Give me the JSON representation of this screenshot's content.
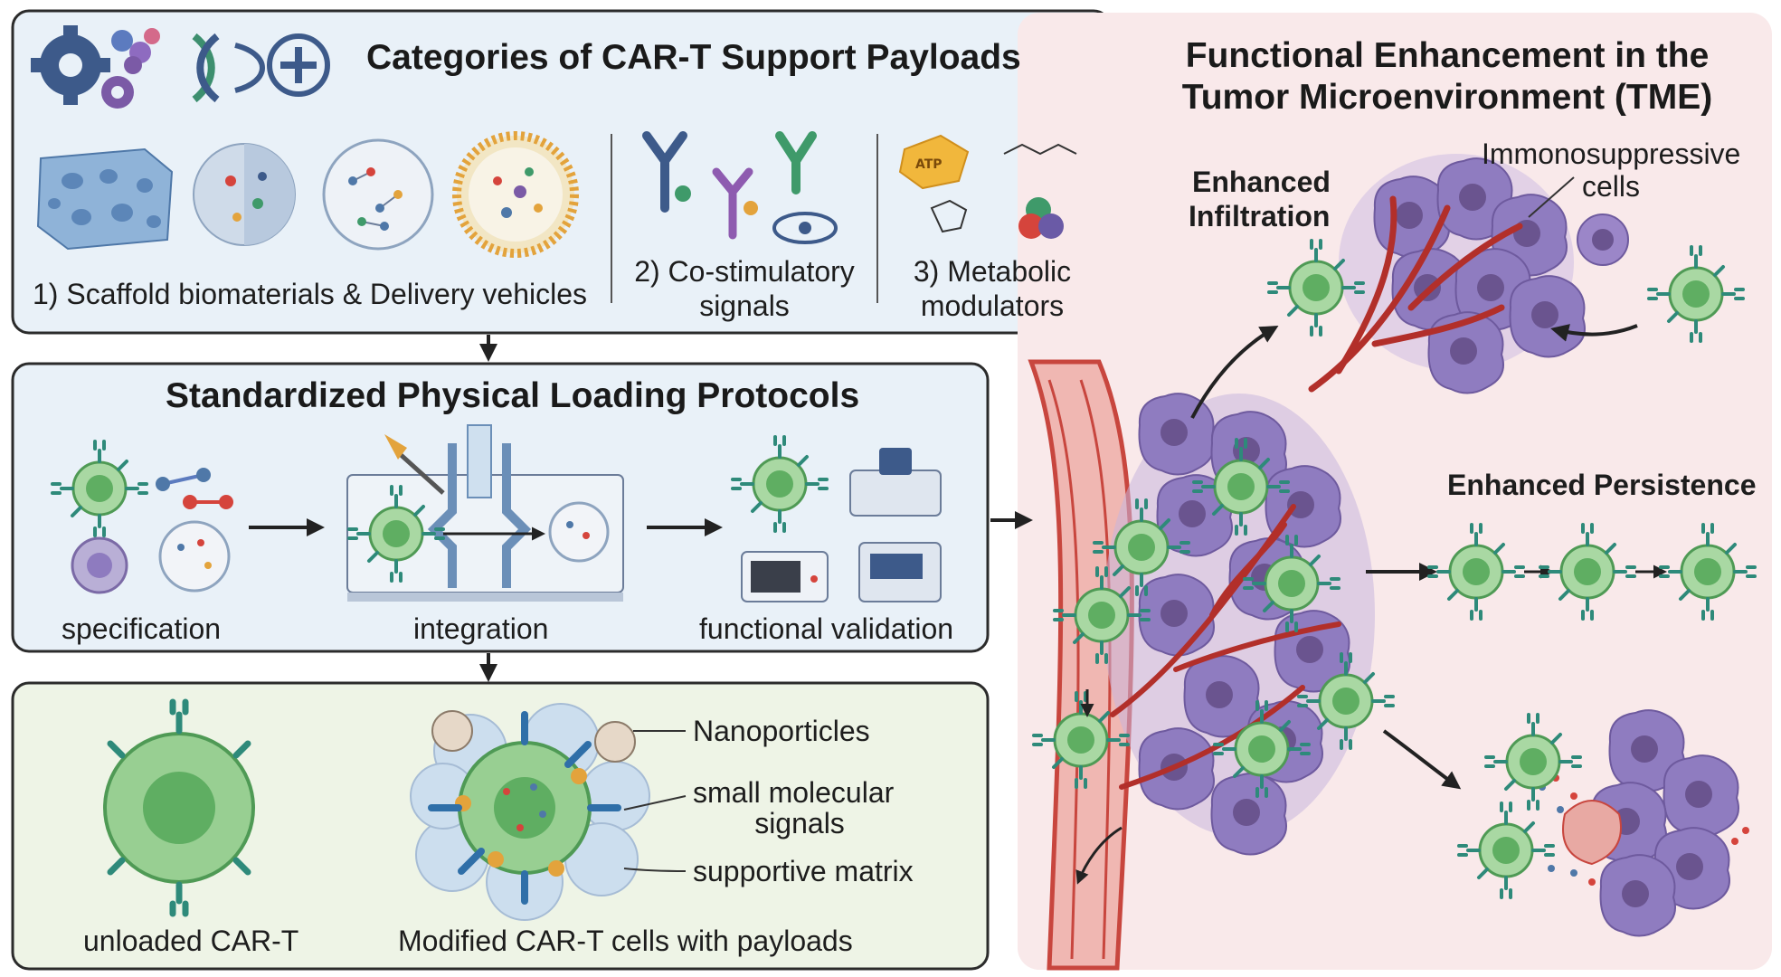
{
  "panel_payloads": {
    "title": "Categories of CAR-T Support Payloads",
    "label_scaffold": "1) Scaffold biomaterials & Delivery vehicles",
    "label_costim_1": "2) Co-stimulatory",
    "label_costim_2": "signals",
    "label_metabolic_1": "3) Metabolic",
    "label_metabolic_2": "modulators",
    "atp_label": "ATP"
  },
  "panel_protocols": {
    "title": "Standardized Physical Loading Protocols",
    "step_specification": "specification",
    "step_integration": "integration",
    "step_validation": "functional validation"
  },
  "panel_cells": {
    "label_unloaded": "unloaded CAR-T",
    "label_modified": "Modified CAR-T cells with payloads",
    "callout_nanoparticles": "Nanoporticles",
    "callout_signals_1": "small molecular",
    "callout_signals_2": "signals",
    "callout_matrix": "supportive matrix"
  },
  "panel_tme": {
    "title_line1": "Functional Enhancement in the",
    "title_line2": "Tumor Microenvironment (TME)",
    "infiltration_1": "Enhanced",
    "infiltration_2": "Infiltration",
    "immunosuppressive_1": "Immonosuppressive",
    "immunosuppressive_2": "cells",
    "persistence": "Enhanced Persistence"
  },
  "colors": {
    "panel_blue": "#e9f1f8",
    "panel_green": "#eef4e6",
    "panel_pink": "#f9e9ea",
    "tcell_green": "#6fbf73",
    "tumor_purple": "#8e7bbf",
    "vessel_red": "#c8463e"
  }
}
